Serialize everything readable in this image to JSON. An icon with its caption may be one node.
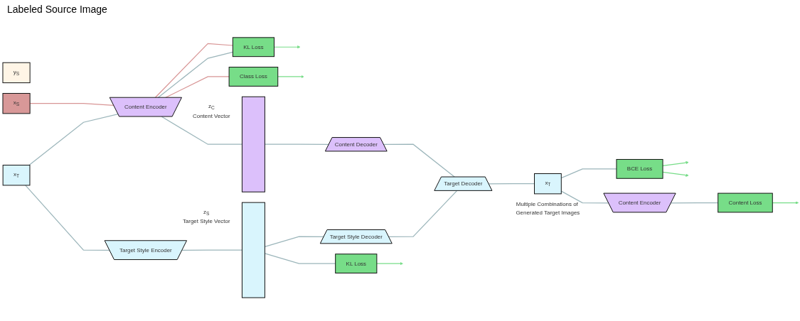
{
  "diagram": {
    "nodes": [
      {
        "text": [
          "y$_{S}$"
        ]
      },
      {
        "text": [
          "x$_{S}$"
        ]
      },
      {
        "text": [
          "Content Encoder"
        ]
      },
      {
        "text": [
          "KL Loss"
        ]
      },
      {
        "text": [
          "Class Loss"
        ]
      },
      {
        "text": [],
        "shape": "bar",
        "beside": [
          "z$_{C}$",
          "Content Vector"
        ]
      },
      {
        "text": [
          "Content Decoder"
        ]
      },
      {
        "text": [
          "x$_{T}$"
        ]
      },
      {
        "text": [
          "Target Style Encoder"
        ]
      },
      {
        "text": [],
        "shape": "bar",
        "beside": [
          "z$_{S}$",
          "Target Style Vector"
        ]
      },
      {
        "text": [
          "KL Loss"
        ]
      },
      {
        "text": [
          "Target Style Decoder"
        ]
      },
      {
        "text": [
          "Target Decoder"
        ]
      },
      {
        "text": [
          "BCE Loss"
        ]
      },
      {
        "text": [
          "x$_{T}$"
        ],
        "beside": [
          "Multiple Combinations of Generated Target Images"
        ]
      },
      {
        "text": [
          "Content Loss"
        ]
      },
      {
        "text": [
          "Content Encoder"
        ]
      }
    ],
    "edges": [
      {
        "from": 1,
        "to": 2,
        "arrow": "none",
        "color": "#d89595"
      },
      {
        "from": 7,
        "to": 2,
        "arrow": "none"
      },
      {
        "from": 2,
        "to": 3,
        "arrow": "none",
        "color": "#d89595"
      },
      {
        "from": 2,
        "to": 3,
        "arrow": "none"
      },
      {
        "from": 2,
        "to": 4,
        "arrow": "none",
        "color": "#d89595"
      },
      {
        "from": 2,
        "to": 5,
        "arrow": "none"
      },
      {
        "from": 5,
        "to": 6,
        "arrow": "none"
      },
      {
        "from": 7,
        "to": 8,
        "arrow": "none"
      },
      {
        "from": 8,
        "to": 9,
        "arrow": "none"
      },
      {
        "from": 9,
        "to": 11,
        "arrow": "none"
      },
      {
        "from": 9,
        "to": 10,
        "arrow": "none"
      },
      {
        "from": 6,
        "to": 12,
        "arrow": "none"
      },
      {
        "from": 11,
        "to": 12,
        "arrow": "none"
      },
      {
        "from": 12,
        "to": 14,
        "arrow": "none"
      },
      {
        "from": 14,
        "to": 13,
        "arrow": "none"
      },
      {
        "from": 14,
        "to": 16,
        "arrow": "none"
      },
      {
        "from": 16,
        "to": 15,
        "arrow": "none"
      },
      {
        "from": 3,
        "to": null,
        "arrow": "to",
        "color": "#77dd88"
      },
      {
        "from": 4,
        "to": null,
        "arrow": "to",
        "color": "#77dd88"
      },
      {
        "from": 10,
        "to": null,
        "arrow": "to",
        "color": "#77dd88"
      },
      {
        "from": 13,
        "to": null,
        "arrow": "to",
        "color": "#77dd88"
      },
      {
        "from": 13,
        "to": null,
        "arrow": "to",
        "color": "#77dd88"
      },
      {
        "from": 15,
        "to": null,
        "arrow": "to",
        "color": "#77dd88"
      }
    ],
    "labels": [
      "Labeled Source Image"
    ]
  }
}
